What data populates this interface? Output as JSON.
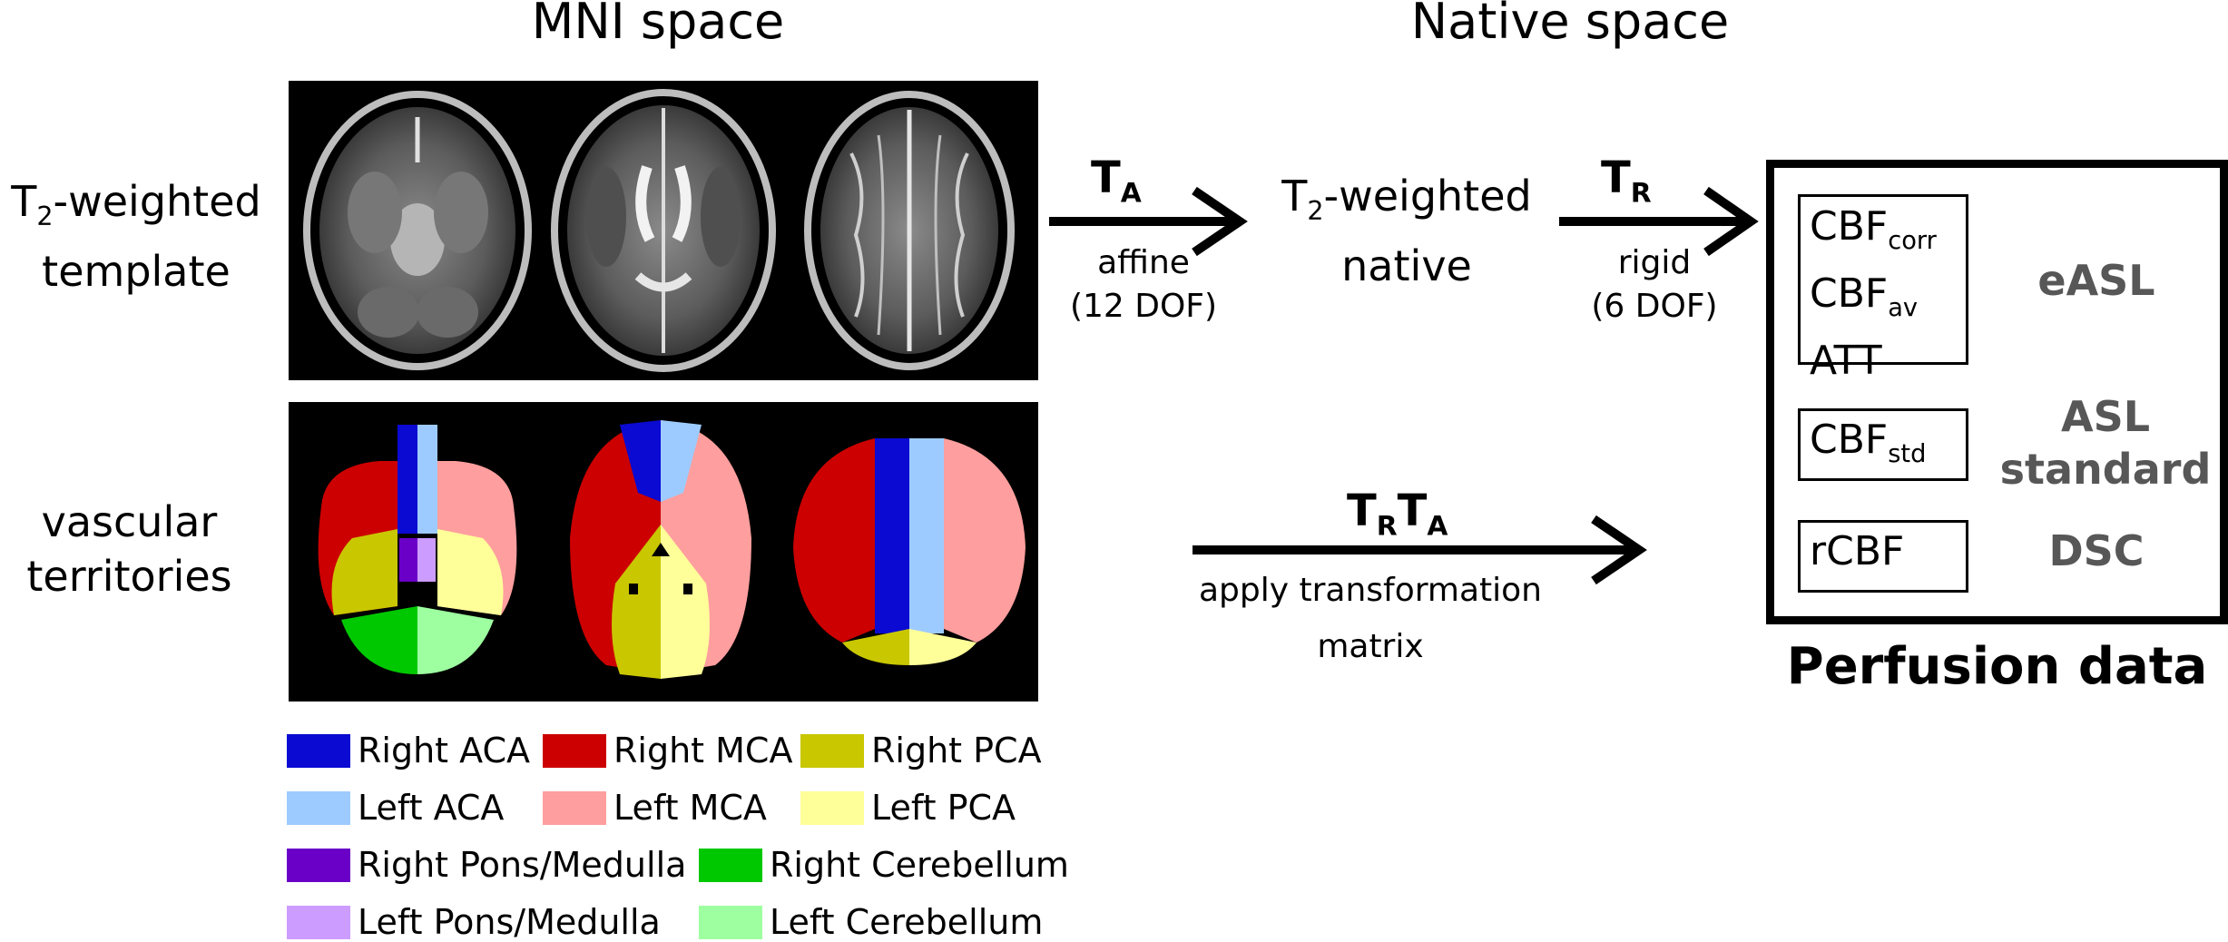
{
  "headers": {
    "mni": "MNI space",
    "native": "Native space"
  },
  "rows": {
    "t2_line1": "T",
    "t2_sub": "2",
    "t2_rest": "-weighted",
    "t2_line2": "template",
    "vasc_line1": "vascular",
    "vasc_line2": "territories"
  },
  "transforms": {
    "ta_main": "T",
    "ta_sub": "A",
    "ta_desc1": "affine",
    "ta_desc2": "(12 DOF)",
    "native_t2_main": "T",
    "native_t2_sub": "2",
    "native_t2_rest": "-weighted",
    "native_t2_line2": "native",
    "tr_main": "T",
    "tr_sub": "R",
    "tr_desc1": "rigid",
    "tr_desc2": "(6 DOF)",
    "trta_t1": "T",
    "trta_s1": "R",
    "trta_t2": "T",
    "trta_s2": "A",
    "apply_line1": "apply transformation",
    "apply_line2": "matrix"
  },
  "perfusion": {
    "title": "Perfusion data",
    "easl_items": [
      {
        "main": "CBF",
        "sub": "corr"
      },
      {
        "main": "CBF",
        "sub": "av"
      },
      {
        "main": "ATT",
        "sub": ""
      }
    ],
    "easl_label": "eASL",
    "std_item": {
      "main": "CBF",
      "sub": "std"
    },
    "std_label_1": "ASL",
    "std_label_2": "standard",
    "dsc_item": "rCBF",
    "dsc_label": "DSC"
  },
  "legend": [
    [
      {
        "label": "Right ACA",
        "color": "#0a0ad2"
      },
      {
        "label": "Right MCA",
        "color": "#cc0000"
      },
      {
        "label": "Right PCA",
        "color": "#c9c700"
      }
    ],
    [
      {
        "label": "Left ACA",
        "color": "#9ecbff"
      },
      {
        "label": "Left MCA",
        "color": "#ff9e9e"
      },
      {
        "label": "Left PCA",
        "color": "#ffff99"
      }
    ],
    [
      {
        "label": "Right Pons/Medulla",
        "color": "#6a00c8"
      },
      {
        "label": "Right Cerebellum",
        "color": "#00c800"
      }
    ],
    [
      {
        "label": "Left Pons/Medulla",
        "color": "#cc9cff"
      },
      {
        "label": "Left Cerebellum",
        "color": "#9effa0"
      }
    ]
  ],
  "colors": {
    "panel_bg": "#000000",
    "grey_label": "#575757"
  }
}
